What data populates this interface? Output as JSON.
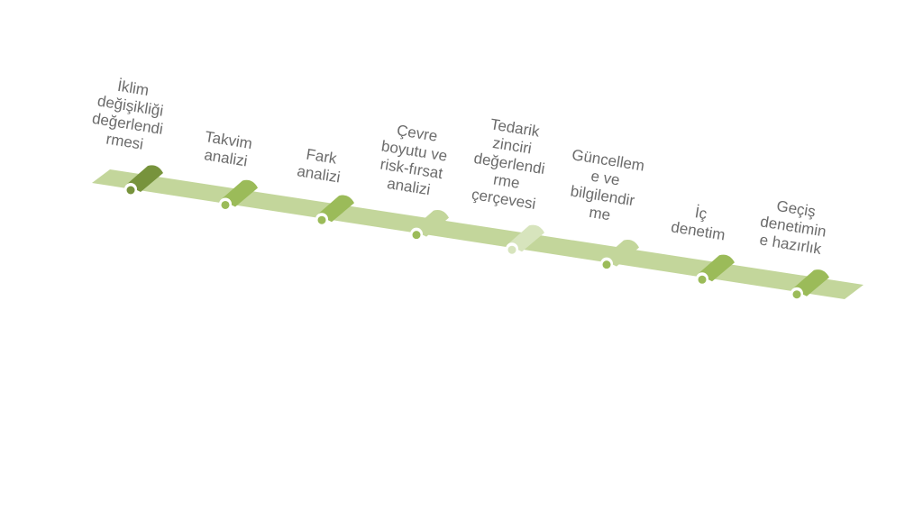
{
  "timeline": {
    "colors": {
      "ribbon": "#c3d69b",
      "fold_dark": "#77933c",
      "fold_mid": "#9bbb59",
      "fold_pale": "#d7e4bd",
      "label_text": "#6b6b6b"
    },
    "steps": [
      {
        "label": "İklim\ndeğişikliği\ndeğerlendi\nrmesi",
        "fold": "dark"
      },
      {
        "label": "Takvim\nanalizi",
        "fold": "mid"
      },
      {
        "label": "Fark\nanalizi",
        "fold": "mid"
      },
      {
        "label": "Çevre\nboyutu ve\nrisk-fırsat\nanalizi",
        "fold": "ribbon"
      },
      {
        "label": "Tedarik\nzinciri\ndeğerlendi\nrme\nçerçevesi",
        "fold": "pale"
      },
      {
        "label": "Güncellem\ne ve\nbilgilendir\nme",
        "fold": "ribbon"
      },
      {
        "label": "İç\ndenetim",
        "fold": "mid"
      },
      {
        "label": "Geçiş\ndenetimin\ne hazırlık",
        "fold": "mid"
      }
    ]
  }
}
